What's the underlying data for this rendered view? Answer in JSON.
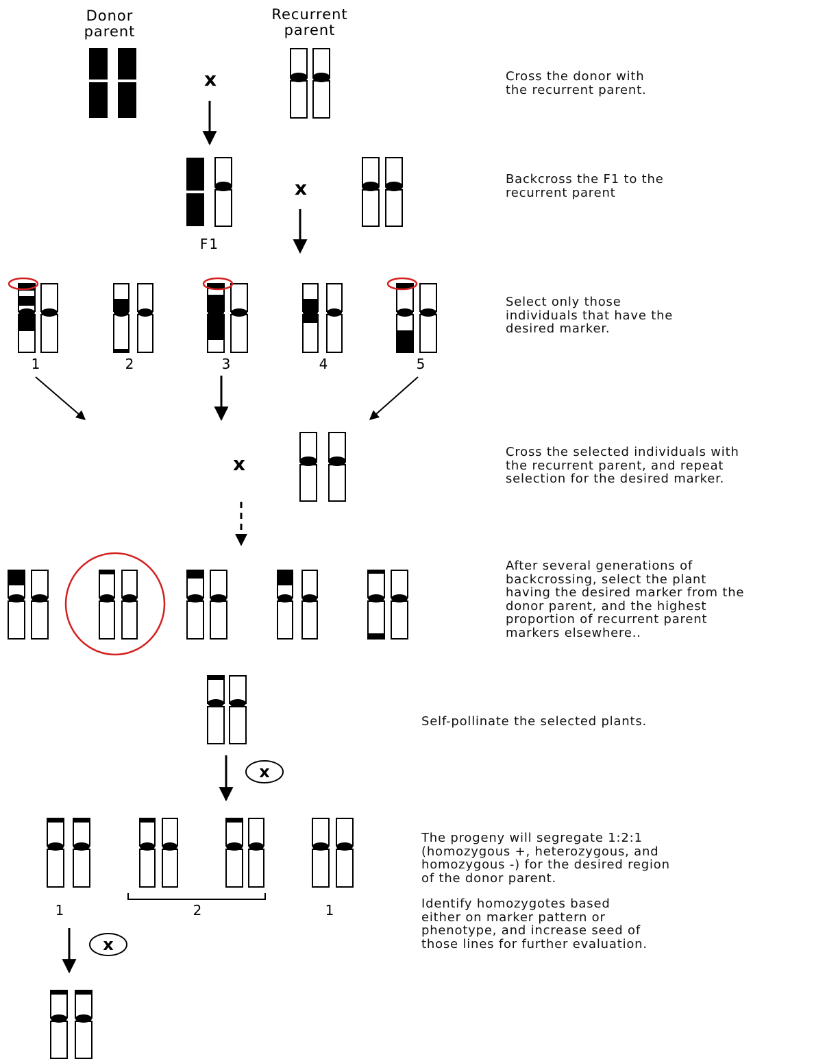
{
  "labels": {
    "donor_parent": [
      "Donor",
      "parent"
    ],
    "recurrent_parent": [
      "Recurrent",
      "parent"
    ],
    "f1": "F1",
    "cross_symbol": "x",
    "self_symbol": "x",
    "individuals": [
      "1",
      "2",
      "3",
      "4",
      "5"
    ],
    "segregation": [
      "1",
      "2",
      "1"
    ]
  },
  "steps": {
    "step1": "Cross the donor with\nthe recurrent parent.",
    "step2": "Backcross the F1 to the\nrecurrent parent",
    "step3": "Select only those\nindividuals that have the\ndesired marker.",
    "step4": "Cross the selected individuals with\nthe recurrent parent, and repeat\nselection for the desired marker.",
    "step5": "After several generations of\nbackcrossing, select the plant\nhaving the desired marker from the\ndonor parent, and the highest\nproportion of recurrent parent\nmarkers elsewhere..",
    "step6": "Self-pollinate the selected plants.",
    "step7": "The progeny will segregate 1:2:1\n(homozygous +, heterozygous, and\nhomozygous -) for the desired region\nof the donor parent.",
    "step8": "Identify homozygotes based\neither on marker pattern or\nphenotype, and increase seed of\nthose lines for further evaluation."
  },
  "colors": {
    "ink": "#000000",
    "highlight": "#d42020",
    "paper": "#ffffff"
  }
}
